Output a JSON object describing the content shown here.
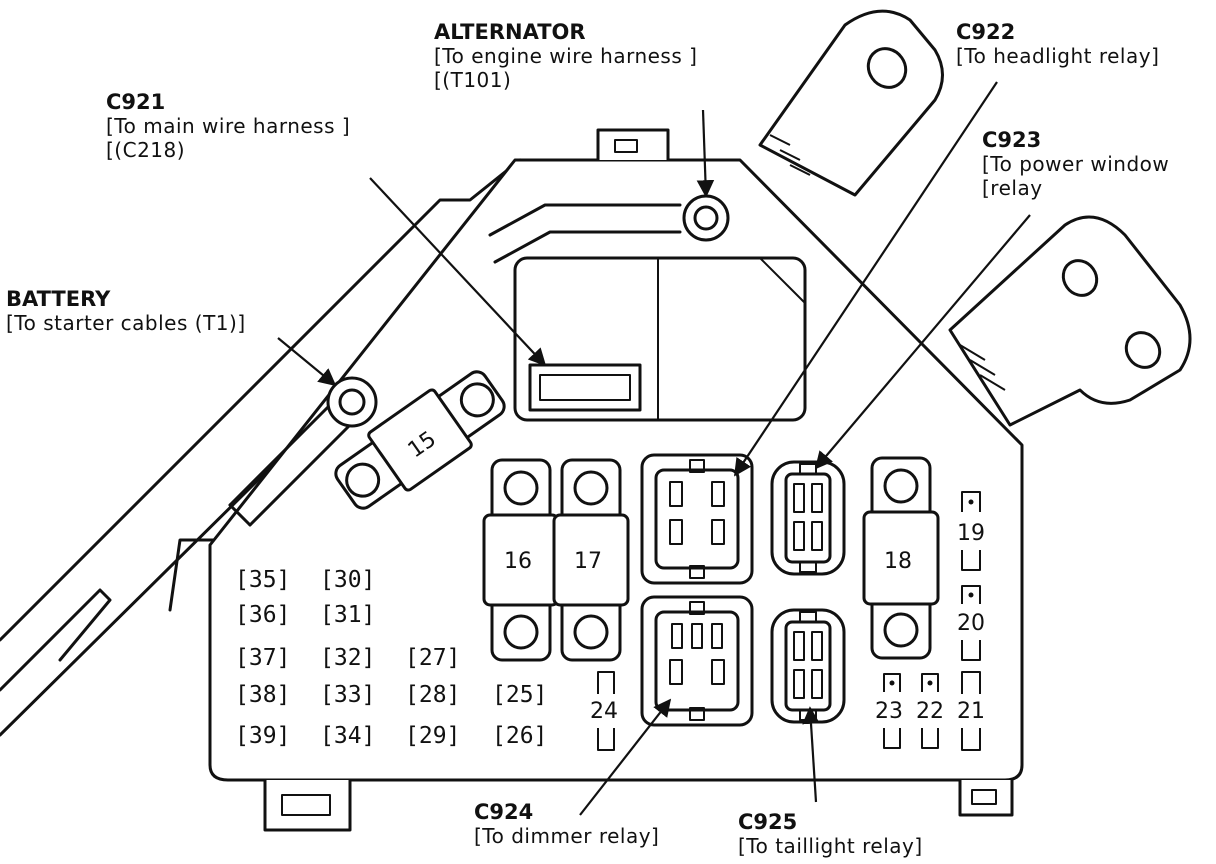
{
  "labels": {
    "alternator": {
      "code": "ALTERNATOR",
      "line1": "[To engine wire harness ]",
      "line2": "[(T101)"
    },
    "c921": {
      "code": "C921",
      "line1": "[To main wire harness ]",
      "line2": "[(C218)"
    },
    "battery": {
      "code": "BATTERY",
      "line1": "[To starter cables (T1)]"
    },
    "c922": {
      "code": "C922",
      "line1": "[To headlight relay]"
    },
    "c923": {
      "code": "C923",
      "line1": "[To power window",
      "line2": "[relay"
    },
    "c924": {
      "code": "C924",
      "line1": "[To dimmer relay]"
    },
    "c925": {
      "code": "C925",
      "line1": "[To taillight relay]"
    }
  },
  "fuses": {
    "f15": "15",
    "f16": "16",
    "f17": "17",
    "f18": "18",
    "f19": "19",
    "f20": "20",
    "f21": "21",
    "f22": "22",
    "f23": "23",
    "f24": "24"
  },
  "slots": {
    "row1": [
      "[35]",
      "[30]"
    ],
    "row2": [
      "[36]",
      "[31]"
    ],
    "row3": [
      "[37]",
      "[32]",
      "[27]"
    ],
    "row4": [
      "[38]",
      "[33]",
      "[28]",
      "[25]"
    ],
    "row5": [
      "[39]",
      "[34]",
      "[29]",
      "[26]"
    ]
  }
}
